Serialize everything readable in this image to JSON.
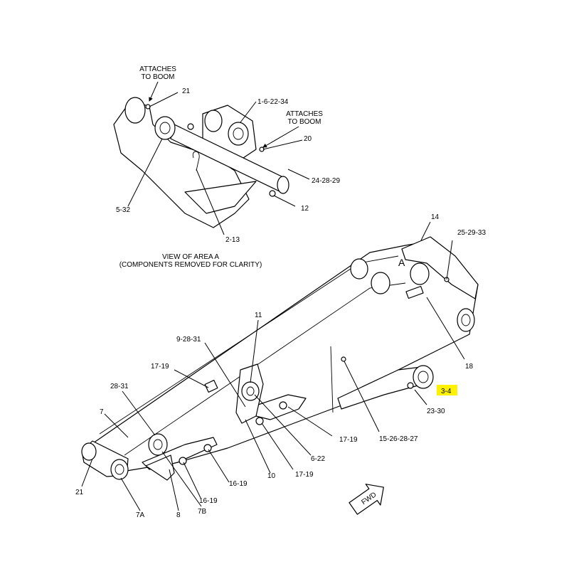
{
  "labels": {
    "attaches_left_1": "ATTACHES",
    "attaches_left_2": "TO BOOM",
    "c21_top": "21",
    "c1_6_22_34": "1-6-22-34",
    "attaches_right_1": "ATTACHES",
    "attaches_right_2": "TO BOOM",
    "c20": "20",
    "c24_28_29": "24-28-29",
    "c12": "12",
    "c5_32": "5-32",
    "c2_13": "2-13",
    "view_title_1": "VIEW OF AREA  A",
    "view_title_2": "(COMPONENTS REMOVED FOR CLARITY)",
    "c14": "14",
    "c25_29_33": "25-29-33",
    "area_a": "A",
    "c18": "18",
    "c3_4": "3-4",
    "c23_30": "23-30",
    "c15_26_28_27": "15-26-28-27",
    "c11": "11",
    "c9_28_31": "9-28-31",
    "c17_19_top": "17-19",
    "c28_31": "28-31",
    "c7": "7",
    "c17_19_right": "17-19",
    "c6_22": "6-22",
    "c17_19_bottom": "17-19",
    "c10": "10",
    "c16_19_right": "16-19",
    "c16_19_left": "16-19",
    "c7b": "7B",
    "c8": "8",
    "c21_bottom": "21",
    "c7a": "7A",
    "fwd": "FWD"
  },
  "colors": {
    "highlight": "#fff200",
    "line": "#000000",
    "background": "#ffffff"
  }
}
